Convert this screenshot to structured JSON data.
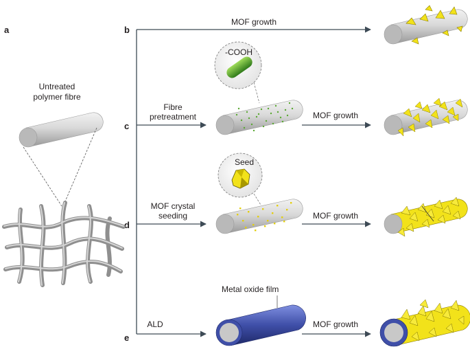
{
  "panels": {
    "a": "a",
    "b": "b",
    "c": "c",
    "d": "d",
    "e": "e"
  },
  "labels": {
    "untreated_line1": "Untreated",
    "untreated_line2": "polymer fibre",
    "mof_growth": "MOF growth",
    "fibre_pretreatment_line1": "Fibre",
    "fibre_pretreatment_line2": "pretreatment",
    "cooh": "-COOH",
    "seed": "Seed",
    "mof_seeding_line1": "MOF crystal",
    "mof_seeding_line2": "seeding",
    "metal_oxide_film": "Metal oxide film",
    "ald": "ALD"
  },
  "colors": {
    "arrow": "#3d4a55",
    "fibre_grey": "#c8c8c8",
    "mof_yellow": "#f2e21a",
    "pretreat_green": "#5aa832",
    "oxide_blue": "#3f4fa8"
  }
}
